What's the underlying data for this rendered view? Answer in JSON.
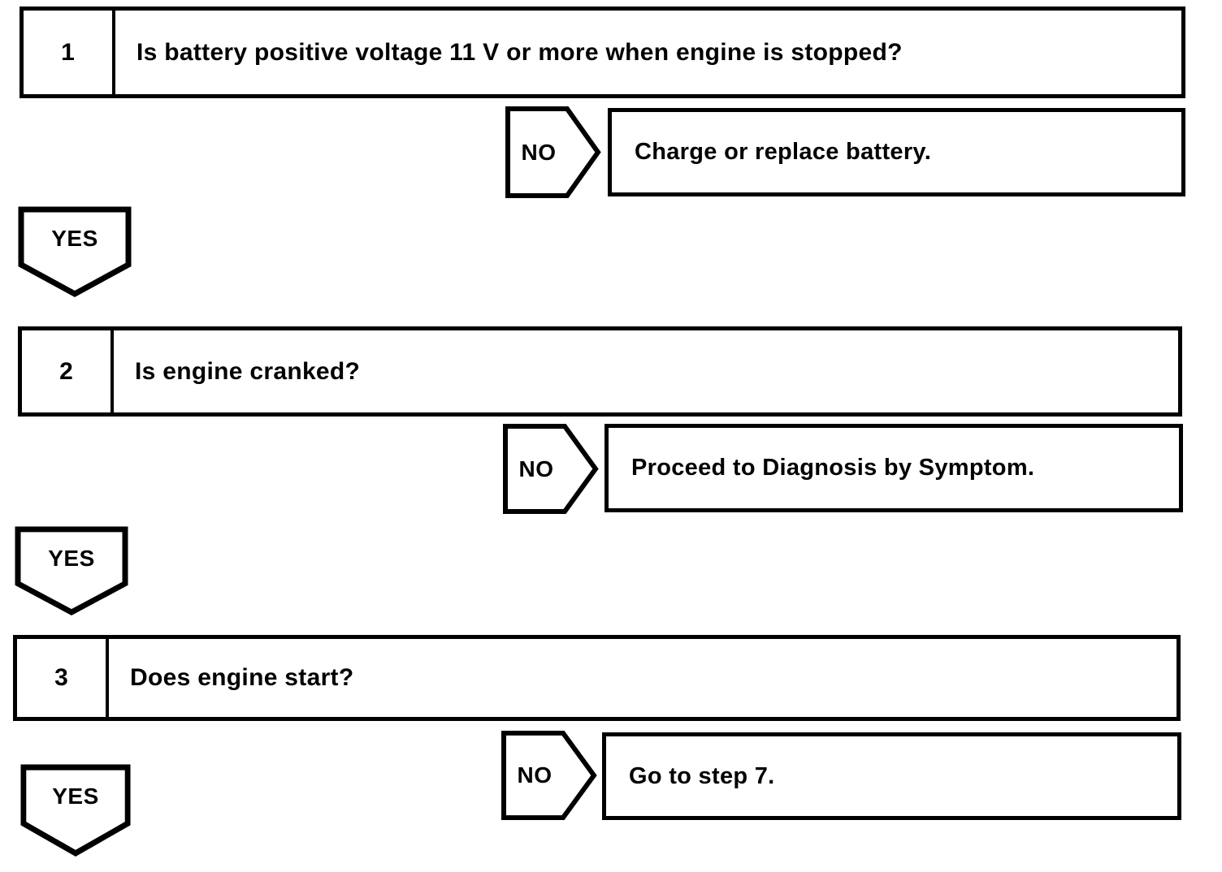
{
  "diagram": {
    "type": "diagnostic-flowchart",
    "colors": {
      "ink": "#000000",
      "paper": "#ffffff"
    },
    "labels": {
      "yes": "YES",
      "no": "NO"
    },
    "steps": [
      {
        "number": "1",
        "question": "Is battery positive voltage 11 V or more when engine is stopped?",
        "no_action": "Charge or replace battery.",
        "yes_goes_to": "step 2"
      },
      {
        "number": "2",
        "question": "Is engine cranked?",
        "no_action": "Proceed to Diagnosis by Symptom.",
        "yes_goes_to": "step 3"
      },
      {
        "number": "3",
        "question": "Does engine start?",
        "no_action": "Go to step 7.",
        "yes_goes_to": "next step"
      }
    ]
  }
}
